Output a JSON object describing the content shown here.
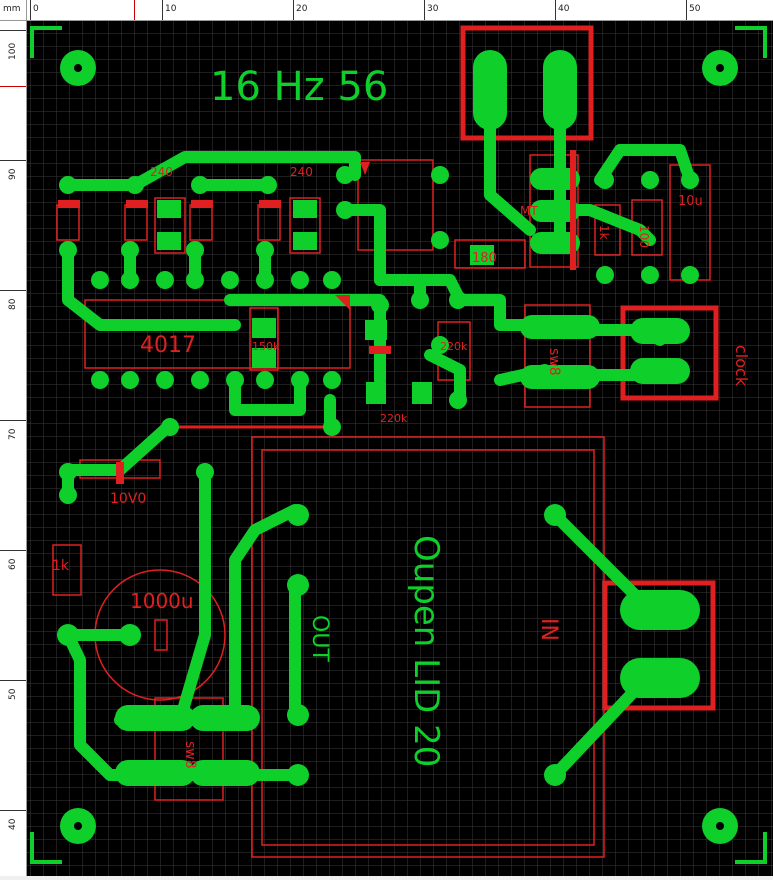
{
  "ruler": {
    "unit": "mm",
    "top_ticks": [
      "0",
      "10",
      "20",
      "30",
      "40",
      "50"
    ],
    "left_ticks": [
      "100",
      "90",
      "80",
      "70",
      "60",
      "50",
      "40"
    ]
  },
  "labels": {
    "freq": "16 Hz 56",
    "ic": "4017",
    "r240a": "240",
    "r240b": "240",
    "r150k": "150k",
    "r220ka": "220k",
    "r220kb": "220k",
    "r180": "180",
    "r1k_top": "1k",
    "r100": "100",
    "c10u": "10u",
    "c10v0": "10V0",
    "r1k_left": "1k",
    "c1000u": "1000u",
    "sw_a": "sw8",
    "sw_b": "sw8",
    "out": "OUT",
    "in": "IN",
    "clock": "clock",
    "brand": "Oupen LID 20",
    "mt": "MT"
  },
  "colors": {
    "background": "#000000",
    "grid": "#3a3a3a",
    "copper": "#0fcf2a",
    "silk": "#e02020",
    "ruler": "#ffffff"
  }
}
